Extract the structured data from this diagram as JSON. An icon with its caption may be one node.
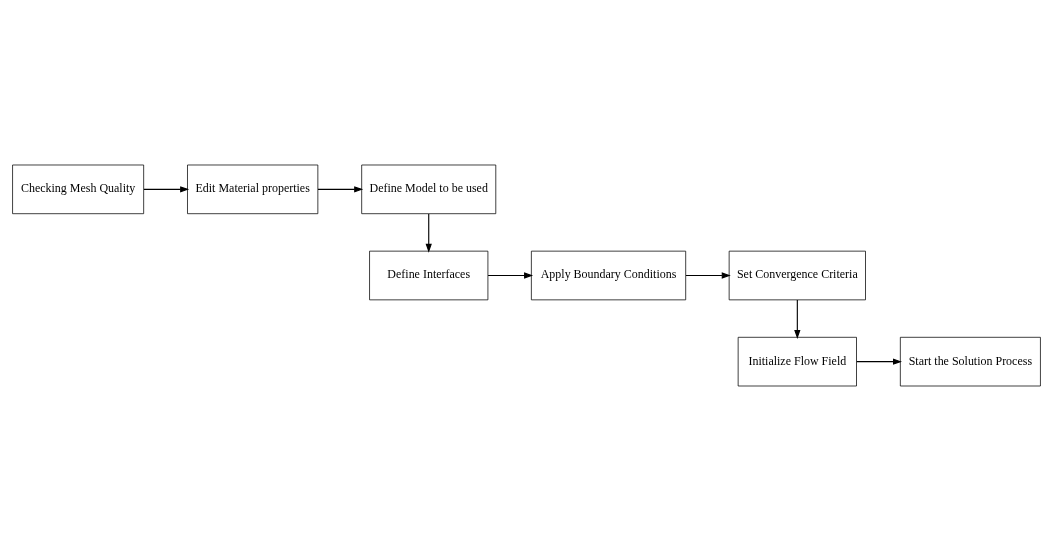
{
  "diagram": {
    "nodes": [
      {
        "text": [
          "Checking Mesh Quality"
        ]
      },
      {
        "text": [
          "Edit Material properties"
        ]
      },
      {
        "text": [
          "Define Model to be used"
        ]
      },
      {
        "text": [
          "Set Convergence Criteria"
        ]
      },
      {
        "text": [
          "Apply Boundary Conditions"
        ]
      },
      {
        "text": [
          "Define Interfaces"
        ]
      },
      {
        "text": [
          "Initialize Flow Field"
        ]
      },
      {
        "text": [
          "Start the Solution Process"
        ]
      }
    ],
    "edges": [
      {
        "from": 0,
        "to": 1,
        "arrow": "to"
      },
      {
        "from": 1,
        "to": 2,
        "arrow": "to"
      },
      {
        "from": 2,
        "to": 5,
        "arrow": "to"
      },
      {
        "from": 5,
        "to": 4,
        "arrow": "to"
      },
      {
        "from": 4,
        "to": 3,
        "arrow": "to"
      },
      {
        "from": 3,
        "to": 6,
        "arrow": "to"
      },
      {
        "from": 6,
        "to": 7,
        "arrow": "to"
      }
    ]
  }
}
